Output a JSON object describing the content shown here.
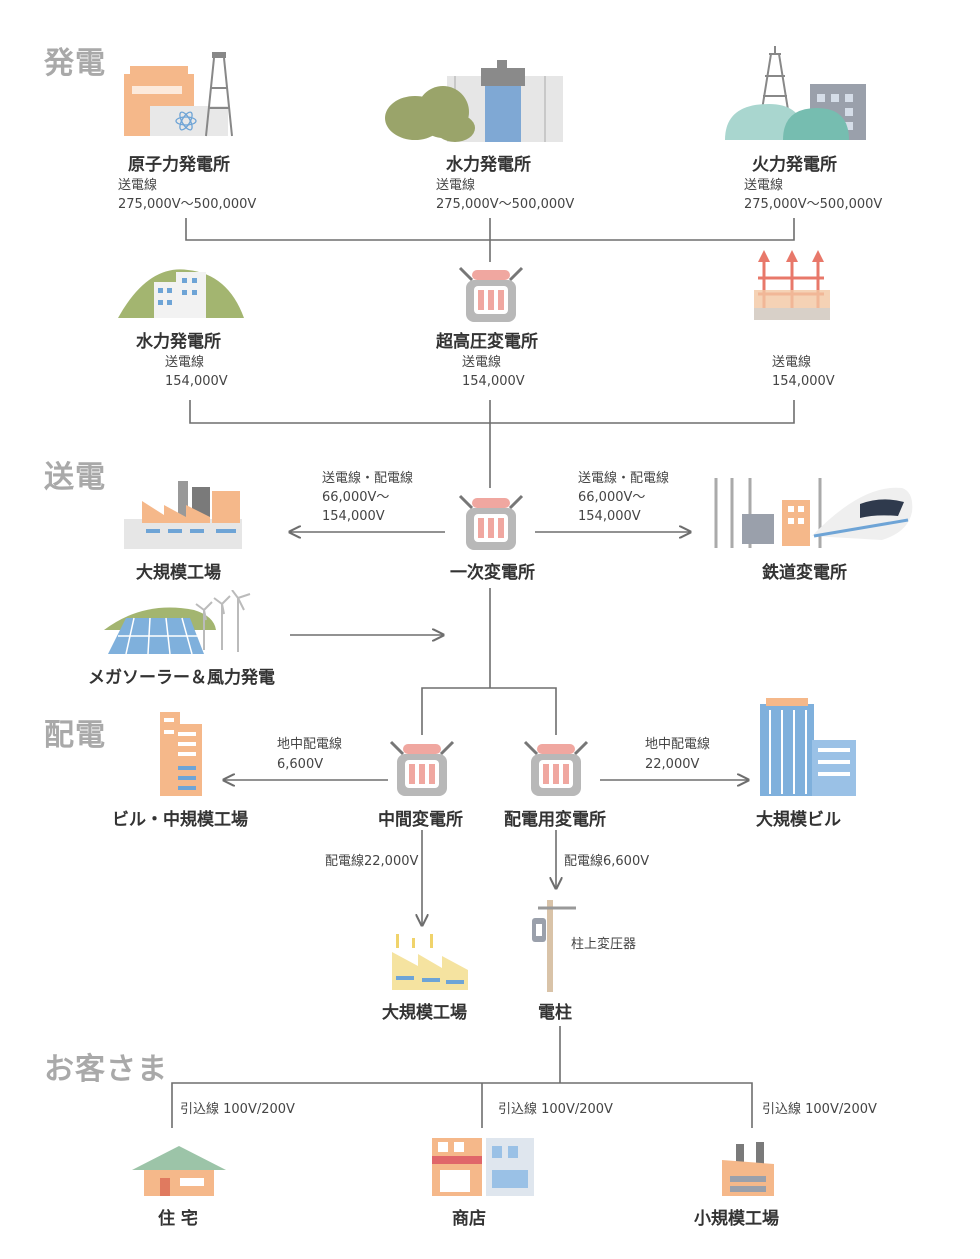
{
  "sections": {
    "generation": "発電",
    "transmission": "送電",
    "distribution": "配電",
    "customers": "お客さま"
  },
  "nodes": {
    "nuclear": {
      "name": "原子力発電所",
      "line": "送電線",
      "voltage": "275,000V〜500,000V"
    },
    "hydro_top": {
      "name": "水力発電所",
      "line": "送電線",
      "voltage": "275,000V〜500,000V"
    },
    "thermal": {
      "name": "火力発電所",
      "line": "送電線",
      "voltage": "275,000V〜500,000V"
    },
    "hydro_mid": {
      "name": "水力発電所",
      "line": "送電線",
      "voltage": "154,000V"
    },
    "ultra_sub": {
      "name": "超高圧変電所",
      "line": "送電線",
      "voltage": "154,000V"
    },
    "plant_right": {
      "line": "送電線",
      "voltage": "154,000V"
    },
    "large_factory_1": {
      "name": "大規模工場"
    },
    "primary_sub": {
      "name": "一次変電所"
    },
    "railway_sub": {
      "name": "鉄道変電所"
    },
    "left_edge": {
      "line": "送電線・配電線",
      "v1": "66,000V〜",
      "v2": "154,000V"
    },
    "right_edge": {
      "line": "送電線・配電線",
      "v1": "66,000V〜",
      "v2": "154,000V"
    },
    "mega_solar": {
      "name": "メガソーラー＆風力発電"
    },
    "building_mid": {
      "name": "ビル・中規模工場"
    },
    "mid_edge": {
      "line": "地中配電線",
      "voltage": "6,600V"
    },
    "intermediate_sub": {
      "name": "中間変電所"
    },
    "distribution_sub": {
      "name": "配電用変電所"
    },
    "large_edge": {
      "line": "地中配電線",
      "voltage": "22,000V"
    },
    "large_building": {
      "name": "大規模ビル"
    },
    "dist_line_22000": "配電線22,000V",
    "dist_line_6600": "配電線6,600V",
    "large_factory_2": {
      "name": "大規模工場"
    },
    "pole_transformer": "柱上変圧器",
    "pole": {
      "name": "電柱"
    },
    "service_1": "引込線 100V/200V",
    "service_2": "引込線 100V/200V",
    "service_3": "引込線 100V/200V",
    "house": {
      "name": "住 宅"
    },
    "shop": {
      "name": "商店"
    },
    "small_factory": {
      "name": "小規模工場"
    }
  },
  "colors": {
    "line": "#6e6e6e",
    "section": "#a9a9a9",
    "orange": "#f5b88a",
    "blue": "#7fb0dc",
    "green": "#a3b570",
    "transformer_pink": "#f0a7a0"
  }
}
